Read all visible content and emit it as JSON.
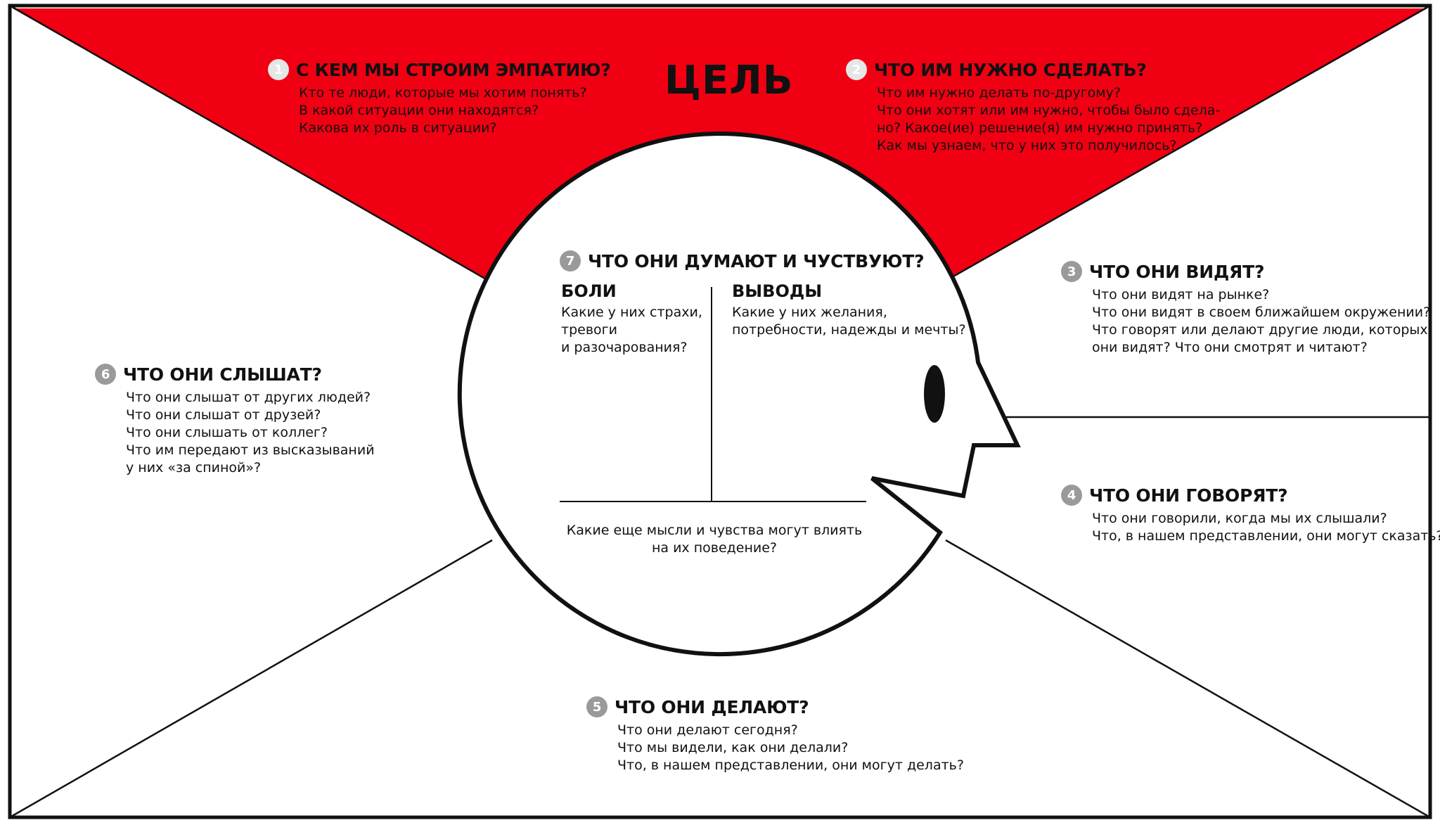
{
  "colors": {
    "accent": "#f00012",
    "ink": "#111111",
    "badge_grey": "#9a9a9a"
  },
  "goal": {
    "title": "ЦЕЛЬ"
  },
  "sections": {
    "s1": {
      "number": "1",
      "title": "С КЕМ МЫ СТРОИМ ЭМПАТИЮ?",
      "lines": [
        "Кто те люди, которые мы хотим понять?",
        "В какой ситуации они находятся?",
        "Какова их роль в ситуации?"
      ]
    },
    "s2": {
      "number": "2",
      "title": "ЧТО ИМ НУЖНО СДЕЛАТЬ?",
      "lines": [
        "Что им нужно делать по-другому?",
        "Что они хотят или им нужно, чтобы было сдела-",
        "но? Какое(ие) решение(я) им нужно принять?",
        "Как мы узнаем, что у них это получилось?"
      ]
    },
    "s3": {
      "number": "3",
      "title": "ЧТО ОНИ ВИДЯТ?",
      "lines": [
        "Что они видят на рынке?",
        "Что они видят в своем ближайшем окружении?",
        "Что говорят или делают другие люди, которых",
        "они видят? Что они смотрят и читают?"
      ]
    },
    "s4": {
      "number": "4",
      "title": "ЧТО ОНИ ГОВОРЯТ?",
      "lines": [
        "Что они говорили, когда мы их слышали?",
        "Что, в нашем представлении, они могут сказать?"
      ]
    },
    "s5": {
      "number": "5",
      "title": "ЧТО ОНИ ДЕЛАЮТ?",
      "lines": [
        "Что они делают сегодня?",
        "Что мы видели, как они делали?",
        "Что, в нашем представлении, они могут делать?"
      ]
    },
    "s6": {
      "number": "6",
      "title": "ЧТО ОНИ СЛЫШАТ?",
      "lines": [
        "Что они слышат от других людей?",
        "Что они слышат от друзей?",
        "Что они слышать от коллег?",
        "Что им передают из высказываний",
        "у них «за спиной»?"
      ]
    },
    "s7": {
      "number": "7",
      "title": "ЧТО ОНИ ДУМАЮТ И ЧУСТВУЮТ?",
      "pains": {
        "title": "БОЛИ",
        "lines": [
          "Какие у них страхи,",
          "тревоги",
          "и разочарования?"
        ]
      },
      "gains": {
        "title": "ВЫВОДЫ",
        "lines": [
          "Какие у них желания,",
          "потребности, надежды и мечты?"
        ]
      },
      "other": {
        "lines": [
          "Какие еще мысли и чувства могут влиять",
          "на их поведение?"
        ]
      }
    }
  }
}
